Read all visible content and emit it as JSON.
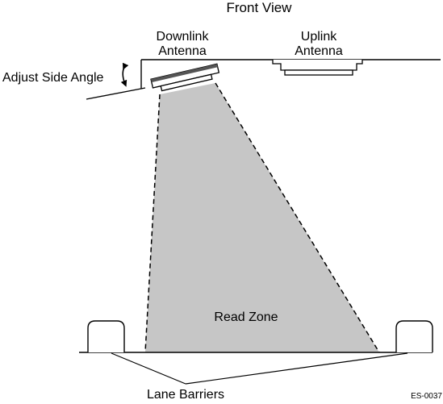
{
  "diagram": {
    "title": "Front View",
    "downlink_antenna": {
      "label_line1": "Downlink",
      "label_line2": "Antenna"
    },
    "uplink_antenna": {
      "label_line1": "Uplink",
      "label_line2": "Antenna"
    },
    "side_angle_label": "Adjust Side Angle",
    "read_zone_label": "Read Zone",
    "lane_barriers_label": "Lane Barriers",
    "figure_id": "ES-0037",
    "colors": {
      "read_zone_fill": "#c6c6c6",
      "line": "#000000",
      "background": "#ffffff"
    }
  }
}
